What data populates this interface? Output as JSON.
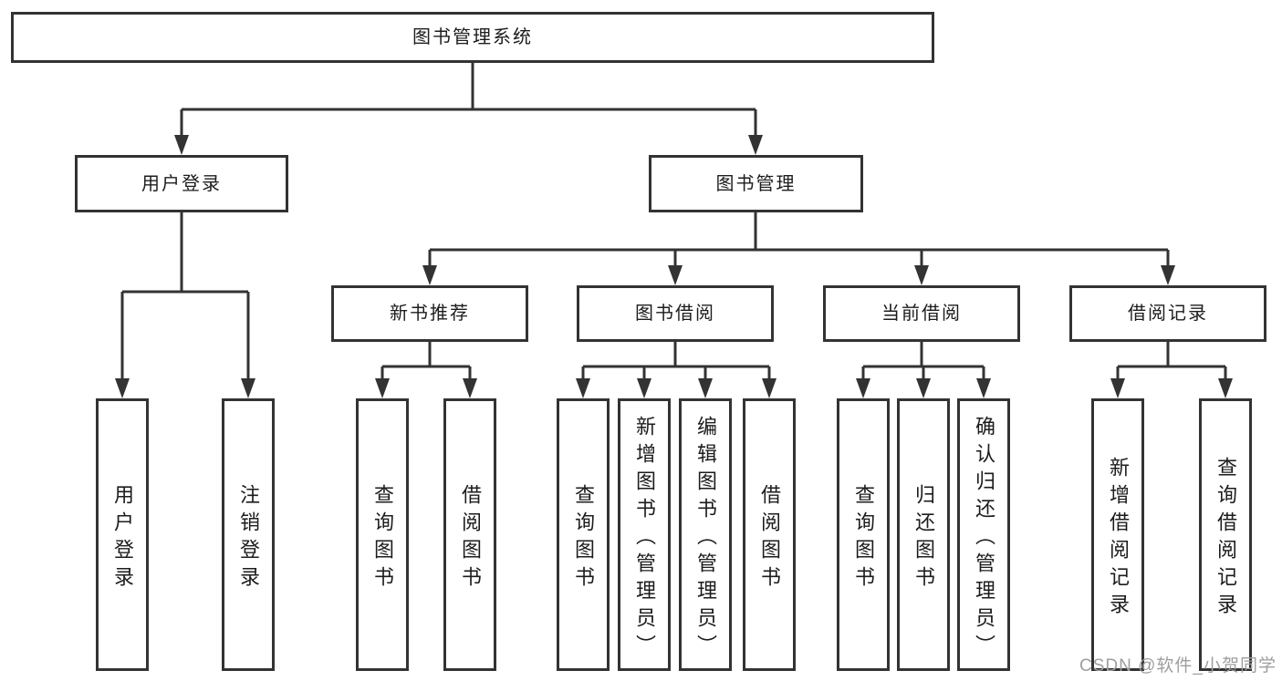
{
  "diagram": {
    "root": "图书管理系统",
    "level1": {
      "user_login": "用户登录",
      "book_mgmt": "图书管理"
    },
    "level2": {
      "new_books": "新书推荐",
      "borrow": "图书借阅",
      "current": "当前借阅",
      "records": "借阅记录"
    },
    "leaves": {
      "user_login": [
        "用户登录",
        "注销登录"
      ],
      "new_books": [
        "查询图书",
        "借阅图书"
      ],
      "borrow": [
        "查询图书",
        "新增图书（管理员）",
        "编辑图书（管理员）",
        "借阅图书"
      ],
      "current": [
        "查询图书",
        "归还图书",
        "确认归还（管理员）"
      ],
      "records": [
        "新增借阅记录",
        "查询借阅记录"
      ]
    }
  },
  "watermark": "CSDN @软件_小贺同学",
  "colors": {
    "line": "#333333",
    "box_border": "#333333",
    "text": "#1c1c1c",
    "watermark": "#9e9e9e",
    "background": "#ffffff"
  }
}
